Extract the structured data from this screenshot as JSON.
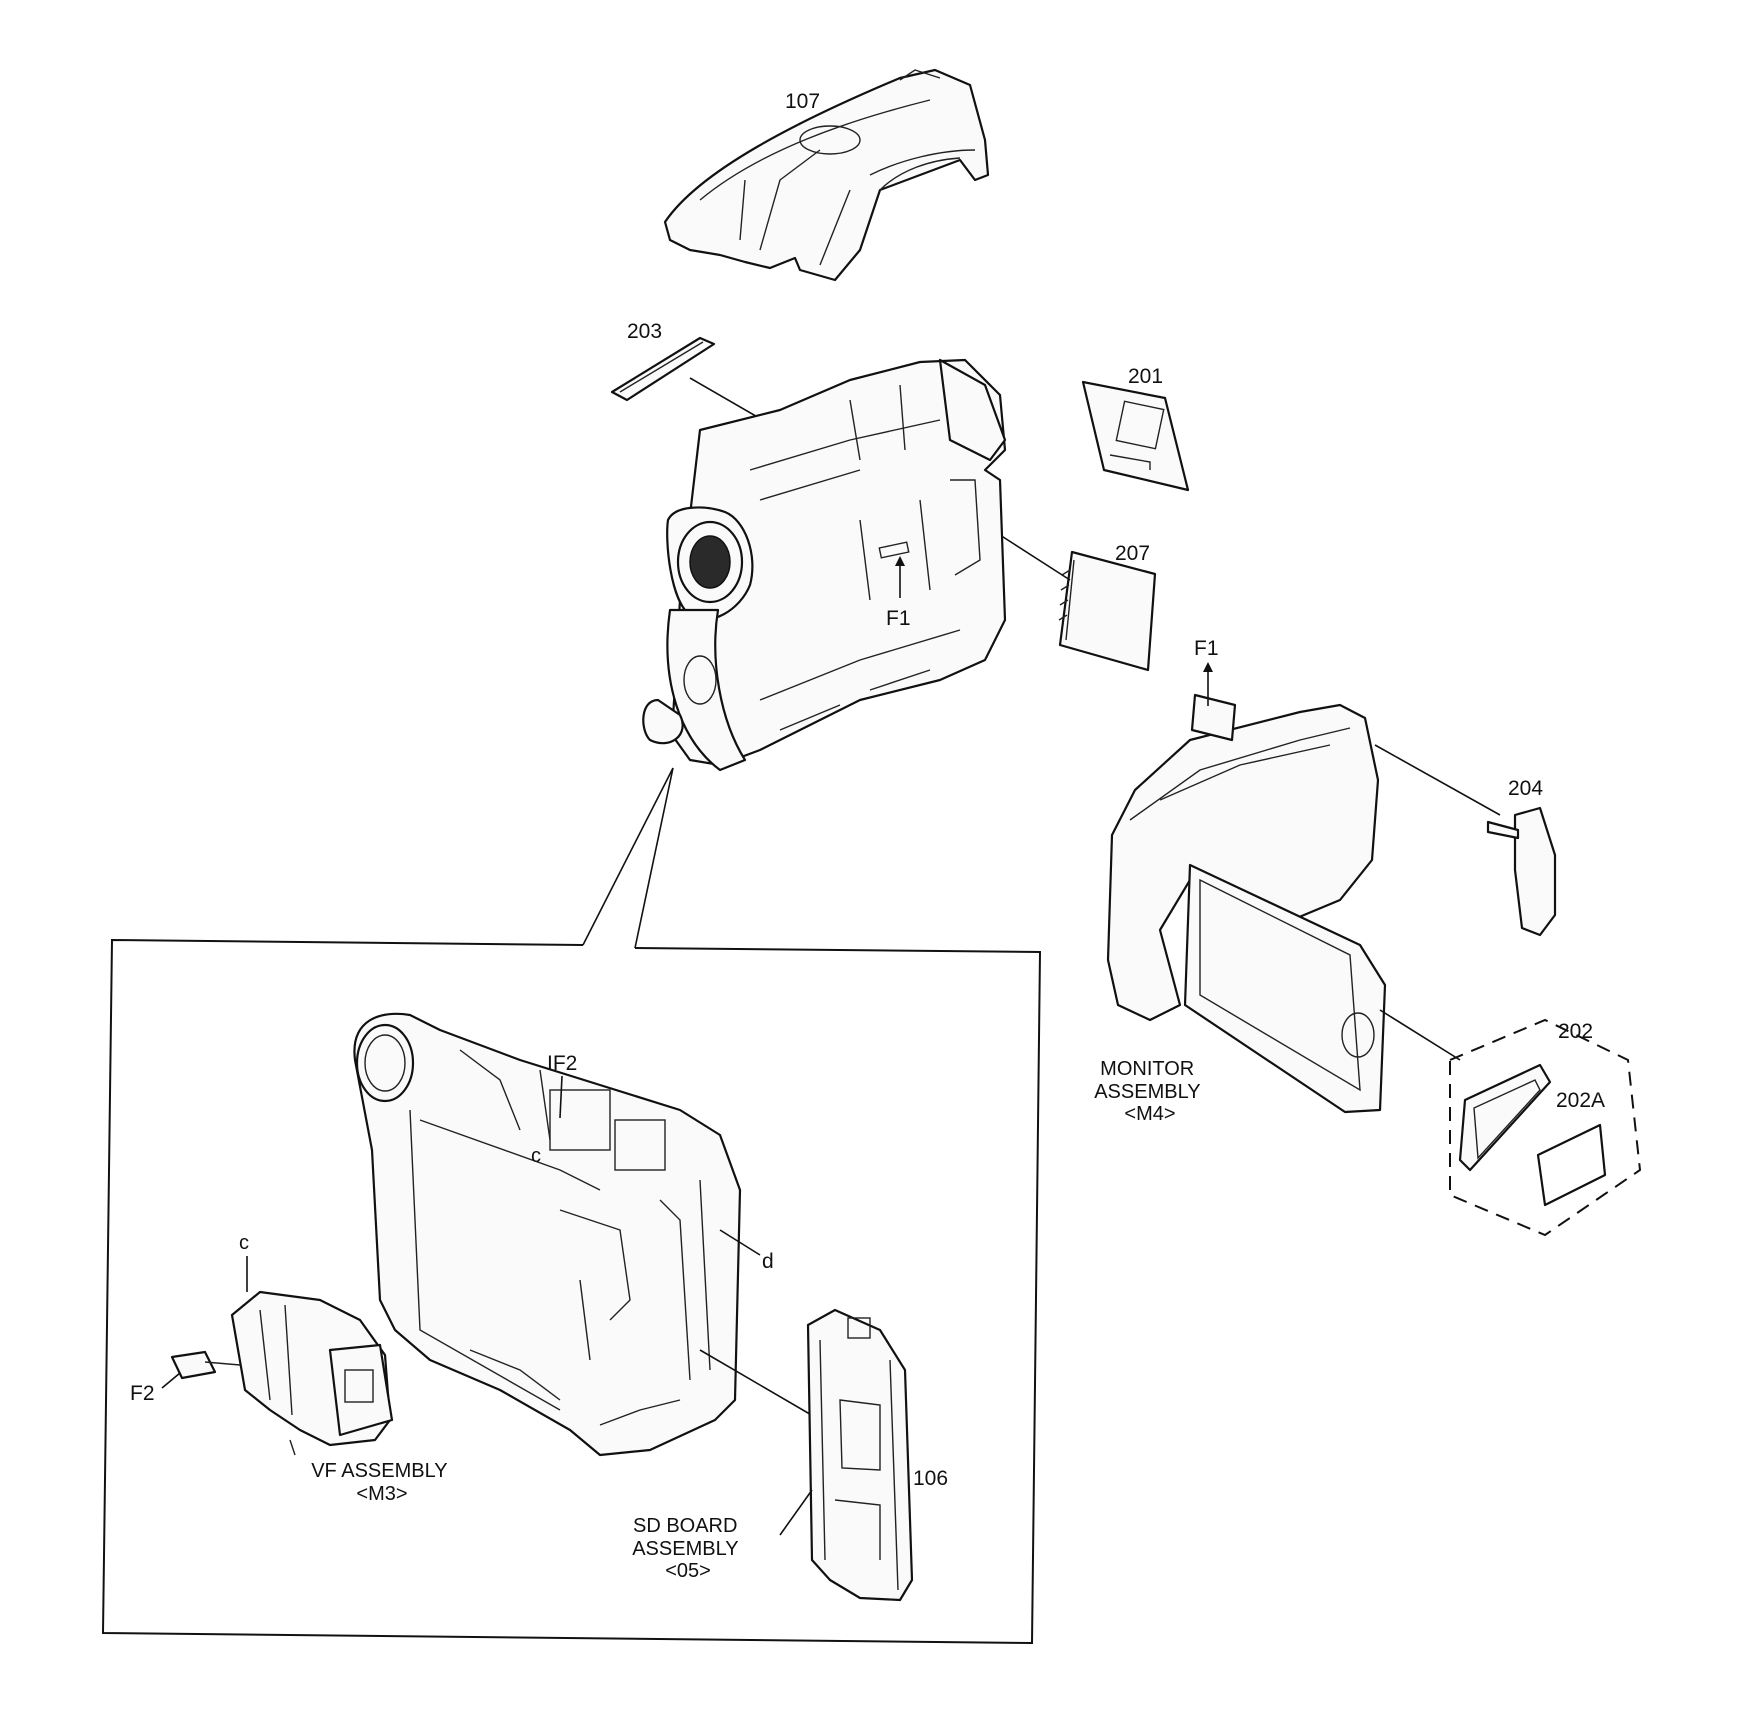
{
  "labels": {
    "p107": "107",
    "p203": "203",
    "p201": "201",
    "p207": "207",
    "f1_body": "F1",
    "f1_monitor": "F1",
    "p204": "204",
    "p202": "202",
    "p202a": "202A",
    "monitor_assembly": [
      "MONITOR",
      "ASSEMBLY",
      "<M4>"
    ],
    "if2": "IF2",
    "c_upper": "c",
    "c_vf": "c",
    "d": "d",
    "f2": "F2",
    "vf_assembly": [
      "VF ASSEMBLY",
      "<M3>"
    ],
    "p106": "106",
    "sd_board_assembly": [
      "SD BOARD",
      "ASSEMBLY",
      "<05>"
    ]
  }
}
